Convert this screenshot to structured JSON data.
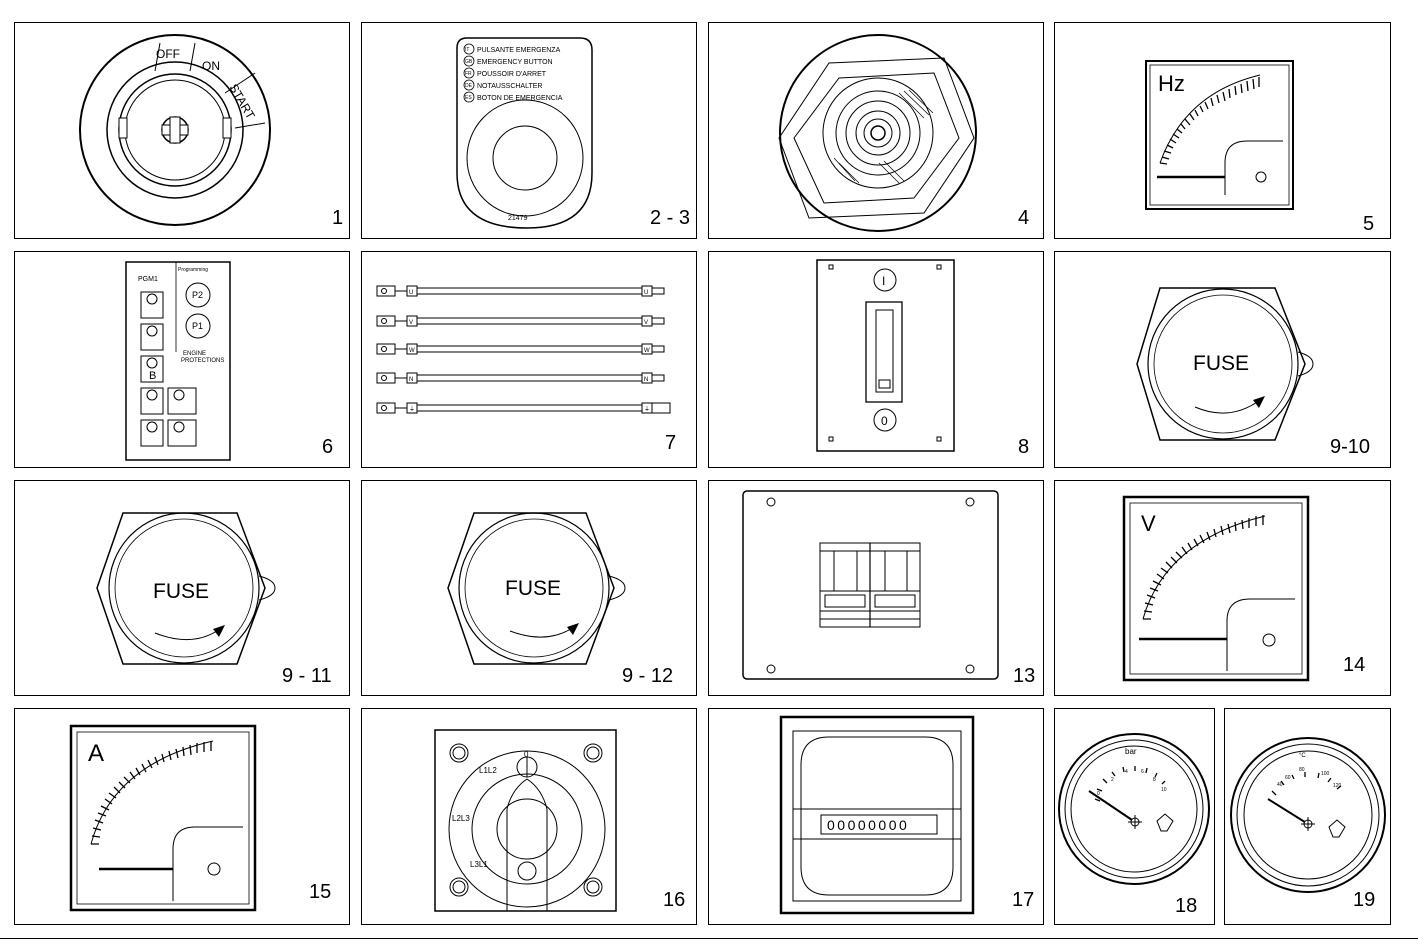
{
  "panels": [
    {
      "number": "1",
      "labels": {
        "off": "OFF",
        "on": "ON",
        "start": "START"
      }
    },
    {
      "number": "2 - 3",
      "labels": {
        "line_it": "PULSANTE EMERGENZA",
        "code_it": "IT",
        "line_gb": "EMERGENCY BUTTON",
        "code_gb": "GB",
        "line_fr": "POUSSOIR D'ARRET",
        "code_fr": "FR",
        "line_de": "NOTAUSSCHALTER",
        "code_de": "DE",
        "line_es": "BOTON DE EMERGENCIA",
        "code_es": "ES",
        "part_no": "21479"
      }
    },
    {
      "number": "4"
    },
    {
      "number": "5",
      "labels": {
        "unit": "Hz"
      }
    },
    {
      "number": "6",
      "labels": {
        "pgm": "PGM1",
        "programming": "Programming",
        "p2": "P2",
        "p1": "P1",
        "engine": "ENGINE",
        "protections": "PROTECTIONS",
        "b": "B"
      }
    },
    {
      "number": "7",
      "labels": {
        "cable_1": "U",
        "cable_2": "V",
        "cable_3": "W",
        "cable_4": "N",
        "cable_5": "⏚"
      }
    },
    {
      "number": "8",
      "labels": {
        "on": "I",
        "off": "0"
      }
    },
    {
      "number": "9-10",
      "labels": {
        "fuse": "FUSE"
      }
    },
    {
      "number": "9 - 11",
      "labels": {
        "fuse": "FUSE"
      }
    },
    {
      "number": "9 - 12",
      "labels": {
        "fuse": "FUSE"
      }
    },
    {
      "number": "13"
    },
    {
      "number": "14",
      "labels": {
        "unit": "V"
      }
    },
    {
      "number": "15",
      "labels": {
        "unit": "A"
      }
    },
    {
      "number": "16",
      "labels": {
        "zero": "0",
        "l1l2": "L1L2",
        "l2l3": "L2L3",
        "l3l1": "L3L1"
      }
    },
    {
      "number": "17",
      "labels": {
        "counter": "00000000"
      }
    },
    {
      "number": "18",
      "labels": {
        "unit": "bar",
        "t0": "0",
        "t2": "2",
        "t4": "4",
        "t6": "6",
        "t8": "8",
        "t10": "10"
      }
    },
    {
      "number": "19",
      "labels": {
        "unit": "°C",
        "t40": "40",
        "t60": "60",
        "t80": "80",
        "t100": "100",
        "t120": "120"
      }
    }
  ]
}
